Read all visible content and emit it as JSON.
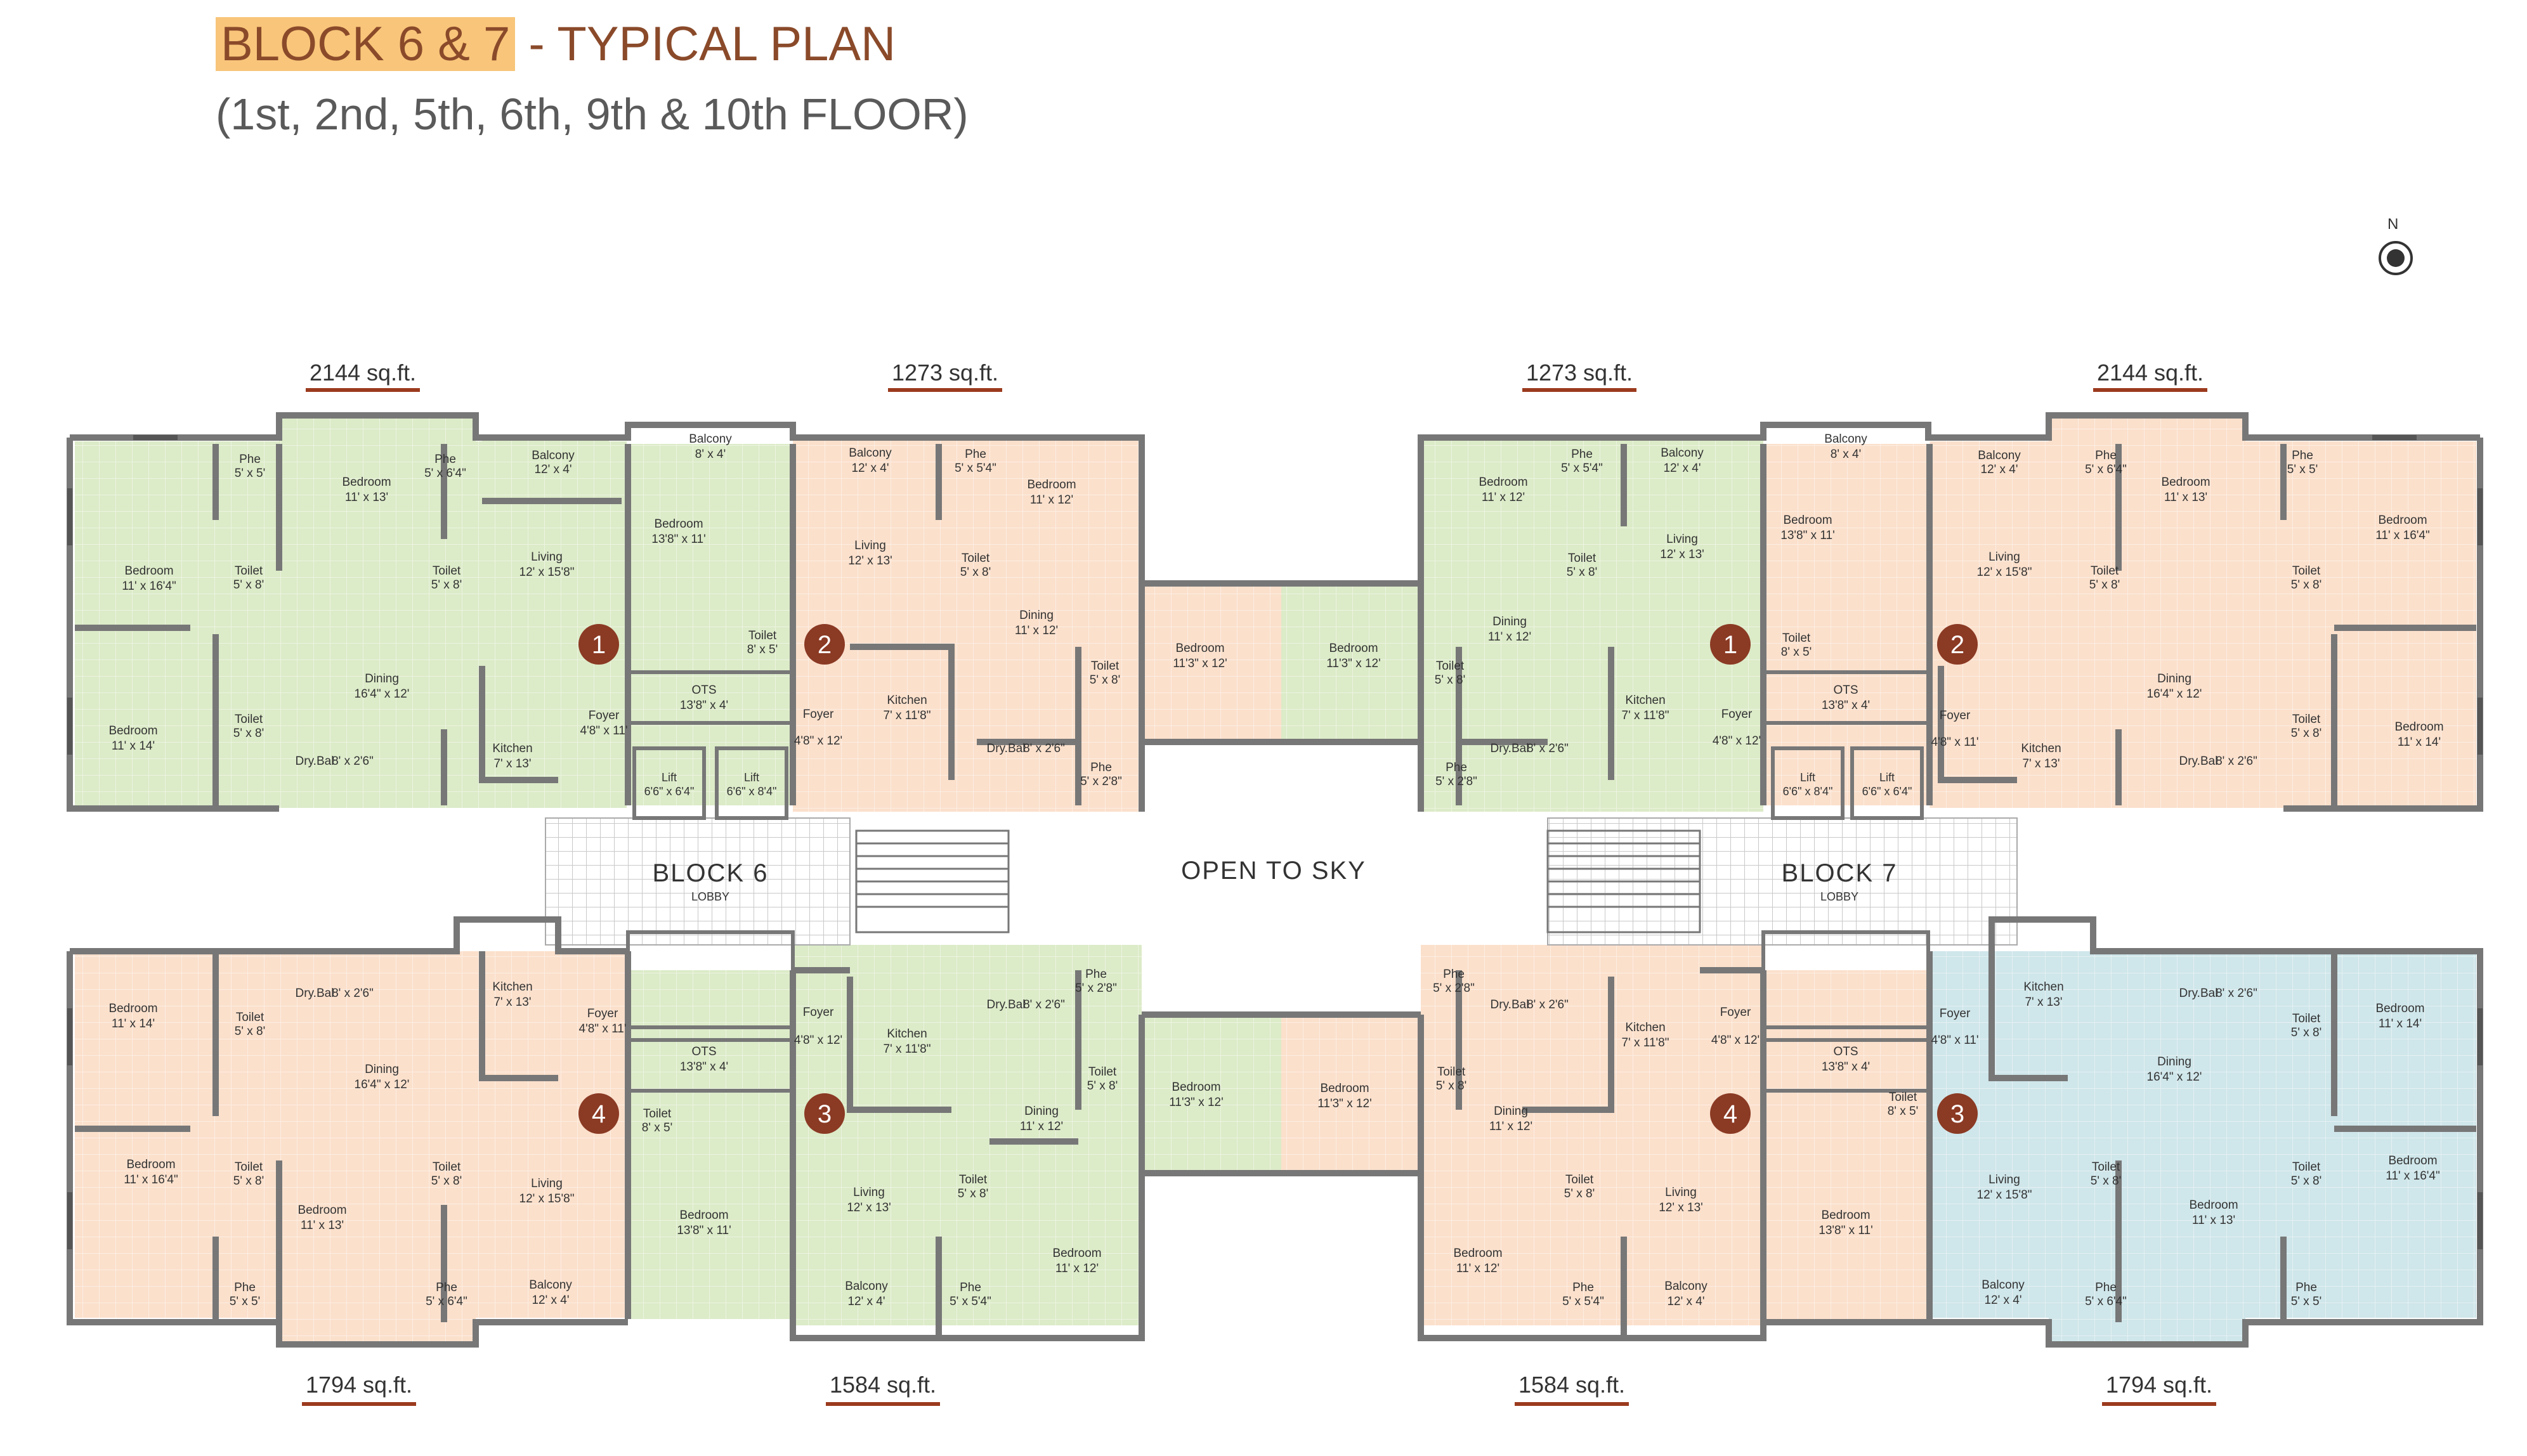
{
  "title": {
    "highlight": "BLOCK 6 & 7",
    "rest": " - TYPICAL PLAN",
    "subtitle": "(1st, 2nd, 5th, 6th, 9th & 10th FLOOR)"
  },
  "compass": {
    "letter": "N"
  },
  "labels": {
    "open_to_sky": "OPEN TO SKY",
    "block6": "BLOCK 6",
    "block7": "BLOCK 7",
    "lobby": "LOBBY",
    "ots": "OTS",
    "ots_size": "13'8\" x 4'",
    "lift": "Lift",
    "lift_a": "6'6\" x 6'4\"",
    "lift_b": "6'6\" x 8'4\""
  },
  "areas": {
    "t1": "2144 sq.ft.",
    "t2": "1273 sq.ft.",
    "t3": "1273 sq.ft.",
    "t4": "2144 sq.ft.",
    "b1": "1794 sq.ft.",
    "b2": "1584 sq.ft.",
    "b3": "1584 sq.ft.",
    "b4": "1794 sq.ft."
  },
  "units": {
    "u1": "1",
    "u2": "2",
    "u3": "1",
    "u4": "2",
    "u5": "4",
    "u6": "3",
    "u7": "4",
    "u8": "3"
  },
  "rooms": {
    "r001": {
      "n": "Bedroom",
      "s": "11' x 16'4\""
    },
    "r002": {
      "n": "Bedroom",
      "s": "11' x 14'"
    },
    "r003": {
      "n": "Bedroom",
      "s": "11' x 13'"
    },
    "r004": {
      "n": "Phe",
      "s": "5' x 5'"
    },
    "r005": {
      "n": "Phe",
      "s": "5' x 6'4\""
    },
    "r006": {
      "n": "Toilet",
      "s": "5' x 8'"
    },
    "r007": {
      "n": "Toilet",
      "s": "5' x 8'"
    },
    "r008": {
      "n": "Toilet",
      "s": "5' x 8'"
    },
    "r009": {
      "n": "Balcony",
      "s": "12' x 4'"
    },
    "r010": {
      "n": "Living",
      "s": "12' x 15'8\""
    },
    "r011": {
      "n": "Dining",
      "s": "16'4\" x 12'"
    },
    "r012": {
      "n": "Kitchen",
      "s": "7' x 13'"
    },
    "r013": {
      "n": "Foyer",
      "s": "4'8\" x 11'"
    },
    "r014": {
      "n": "Dry.Bal",
      "s": "8' x 2'6\""
    },
    "r015": {
      "n": "Balcony",
      "s": "8' x 4'"
    },
    "r016": {
      "n": "Bedroom",
      "s": "13'8\" x 11'"
    },
    "r017": {
      "n": "Toilet",
      "s": "8' x 5'"
    },
    "r018": {
      "n": "Balcony",
      "s": "12' x 4'"
    },
    "r019": {
      "n": "Phe",
      "s": "5' x 5'4\""
    },
    "r020": {
      "n": "Bedroom",
      "s": "11' x 12'"
    },
    "r021": {
      "n": "Living",
      "s": "12' x 13'"
    },
    "r022": {
      "n": "Toilet",
      "s": "5' x 8'"
    },
    "r023": {
      "n": "Dining",
      "s": "11' x 12'"
    },
    "r024": {
      "n": "Kitchen",
      "s": "7' x 11'8\""
    },
    "r025": {
      "n": "Foyer",
      "s": "4'8\" x 12'"
    },
    "r026": {
      "n": "Toilet",
      "s": "5' x 8'"
    },
    "r027": {
      "n": "Dry.Bal",
      "s": "8' x 2'6\""
    },
    "r028": {
      "n": "Phe",
      "s": "5' x 2'8\""
    },
    "r029": {
      "n": "Bedroom",
      "s": "11'3\" x 12'"
    },
    "r030": {
      "n": "Bedroom",
      "s": "11'3\" x 12'"
    },
    "r031": {
      "n": "Bedroom",
      "s": "11' x 12'"
    },
    "r032": {
      "n": "Phe",
      "s": "5' x 5'4\""
    },
    "r033": {
      "n": "Balcony",
      "s": "12' x 4'"
    },
    "r034": {
      "n": "Toilet",
      "s": "5' x 8'"
    },
    "r035": {
      "n": "Living",
      "s": "12' x 13'"
    },
    "r036": {
      "n": "Dining",
      "s": "11' x 12'"
    },
    "r037": {
      "n": "Toilet",
      "s": "5' x 8'"
    },
    "r038": {
      "n": "Kitchen",
      "s": "7' x 11'8\""
    },
    "r039": {
      "n": "Foyer",
      "s": "4'8\" x 12'"
    },
    "r040": {
      "n": "Dry.Bal",
      "s": "8' x 2'6\""
    },
    "r041": {
      "n": "Phe",
      "s": "5' x 2'8\""
    },
    "r042": {
      "n": "Balcony",
      "s": "8' x 4'"
    },
    "r043": {
      "n": "Bedroom",
      "s": "13'8\" x 11'"
    },
    "r044": {
      "n": "Toilet",
      "s": "8' x 5'"
    },
    "r045": {
      "n": "Balcony",
      "s": "12' x 4'"
    },
    "r046": {
      "n": "Phe",
      "s": "5' x 6'4\""
    },
    "r047": {
      "n": "Bedroom",
      "s": "11' x 13'"
    },
    "r048": {
      "n": "Phe",
      "s": "5' x 5'"
    },
    "r049": {
      "n": "Bedroom",
      "s": "11' x 16'4\""
    },
    "r050": {
      "n": "Living",
      "s": "12' x 15'8\""
    },
    "r051": {
      "n": "Toilet",
      "s": "5' x 8'"
    },
    "r052": {
      "n": "Toilet",
      "s": "5' x 8'"
    },
    "r053": {
      "n": "Dining",
      "s": "16'4\" x 12'"
    },
    "r054": {
      "n": "Foyer",
      "s": "4'8\" x 11'"
    },
    "r055": {
      "n": "Kitchen",
      "s": "7' x 13'"
    },
    "r056": {
      "n": "Toilet",
      "s": "5' x 8'"
    },
    "r057": {
      "n": "Dry.Bal",
      "s": "8' x 2'6\""
    },
    "r058": {
      "n": "Bedroom",
      "s": "11' x 14'"
    },
    "r101": {
      "n": "Bedroom",
      "s": "11' x 14'"
    },
    "r102": {
      "n": "Toilet",
      "s": "5' x 8'"
    },
    "r103": {
      "n": "Dry.Bal",
      "s": "8' x 2'6\""
    },
    "r104": {
      "n": "Kitchen",
      "s": "7' x 13'"
    },
    "r105": {
      "n": "Foyer",
      "s": "4'8\" x 11'"
    },
    "r106": {
      "n": "Dining",
      "s": "16'4\" x 12'"
    },
    "r107": {
      "n": "Bedroom",
      "s": "11' x 16'4\""
    },
    "r108": {
      "n": "Toilet",
      "s": "5' x 8'"
    },
    "r109": {
      "n": "Toilet",
      "s": "5' x 8'"
    },
    "r110": {
      "n": "Living",
      "s": "12' x 15'8\""
    },
    "r111": {
      "n": "Bedroom",
      "s": "11' x 13'"
    },
    "r112": {
      "n": "Phe",
      "s": "5' x 5'"
    },
    "r113": {
      "n": "Phe",
      "s": "5' x 6'4\""
    },
    "r114": {
      "n": "Balcony",
      "s": "12' x 4'"
    },
    "r115": {
      "n": "Toilet",
      "s": "8' x 5'"
    },
    "r116": {
      "n": "Bedroom",
      "s": "13'8\" x 11'"
    },
    "r117": {
      "n": "Foyer",
      "s": "4'8\" x 12'"
    },
    "r118": {
      "n": "Kitchen",
      "s": "7' x 11'8\""
    },
    "r119": {
      "n": "Dry.Bal",
      "s": "8' x 2'6\""
    },
    "r120": {
      "n": "Phe",
      "s": "5' x 2'8\""
    },
    "r121": {
      "n": "Toilet",
      "s": "5' x 8'"
    },
    "r122": {
      "n": "Dining",
      "s": "11' x 12'"
    },
    "r123": {
      "n": "Bedroom",
      "s": "11'3\" x 12'"
    },
    "r124": {
      "n": "Living",
      "s": "12' x 13'"
    },
    "r125": {
      "n": "Toilet",
      "s": "5' x 8'"
    },
    "r126": {
      "n": "Bedroom",
      "s": "11' x 12'"
    },
    "r127": {
      "n": "Balcony",
      "s": "12' x 4'"
    },
    "r128": {
      "n": "Phe",
      "s": "5' x 5'4\""
    },
    "r129": {
      "n": "Bedroom",
      "s": "11'3\" x 12'"
    },
    "r130": {
      "n": "Phe",
      "s": "5' x 2'8\""
    },
    "r131": {
      "n": "Dry.Bal",
      "s": "8' x 2'6\""
    },
    "r132": {
      "n": "Toilet",
      "s": "5' x 8'"
    },
    "r133": {
      "n": "Kitchen",
      "s": "7' x 11'8\""
    },
    "r134": {
      "n": "Foyer",
      "s": "4'8\" x 12'"
    },
    "r135": {
      "n": "Dining",
      "s": "11' x 12'"
    },
    "r136": {
      "n": "Toilet",
      "s": "5' x 8'"
    },
    "r137": {
      "n": "Living",
      "s": "12' x 13'"
    },
    "r138": {
      "n": "Bedroom",
      "s": "11' x 12'"
    },
    "r139": {
      "n": "Phe",
      "s": "5' x 5'4\""
    },
    "r140": {
      "n": "Balcony",
      "s": "12' x 4'"
    },
    "r141": {
      "n": "Toilet",
      "s": "8' x 5'"
    },
    "r142": {
      "n": "Bedroom",
      "s": "13'8\" x 11'"
    },
    "r143": {
      "n": "Foyer",
      "s": "4'8\" x 11'"
    },
    "r144": {
      "n": "Kitchen",
      "s": "7' x 13'"
    },
    "r145": {
      "n": "Dining",
      "s": "16'4\" x 12'"
    },
    "r146": {
      "n": "Dry.Bal",
      "s": "8' x 2'6\""
    },
    "r147": {
      "n": "Toilet",
      "s": "5' x 8'"
    },
    "r148": {
      "n": "Bedroom",
      "s": "11' x 14'"
    },
    "r149": {
      "n": "Living",
      "s": "12' x 15'8\""
    },
    "r150": {
      "n": "Toilet",
      "s": "5' x 8'"
    },
    "r151": {
      "n": "Bedroom",
      "s": "11' x 13'"
    },
    "r152": {
      "n": "Toilet",
      "s": "5' x 8'"
    },
    "r153": {
      "n": "Bedroom",
      "s": "11' x 16'4\""
    },
    "r154": {
      "n": "Balcony",
      "s": "12' x 4'"
    },
    "r155": {
      "n": "Phe",
      "s": "5' x 6'4\""
    },
    "r156": {
      "n": "Phe",
      "s": "5' x 5'"
    }
  },
  "colors": {
    "green": "#dcebc8",
    "peach": "#fbe0cc",
    "blue": "#cfe6ea",
    "wall": "#777777",
    "badge": "#8b3a24",
    "underline": "#9b3b1e",
    "title_highlight": "#f8c57a"
  }
}
